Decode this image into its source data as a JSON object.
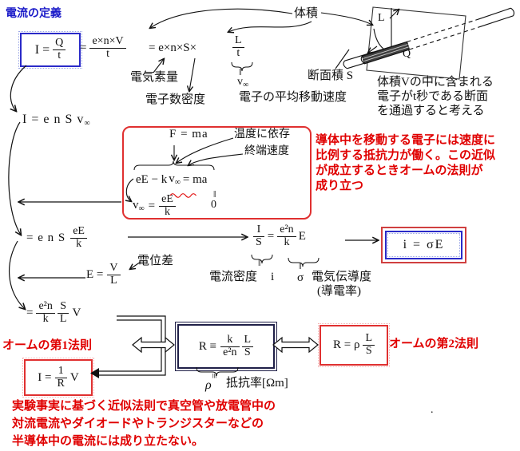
{
  "colors": {
    "blue": "#1a1ac8",
    "red": "#e00000",
    "black": "#111111"
  },
  "title": "電流の定義",
  "line1": {
    "box_lhs": "I =",
    "box_num": "Q",
    "box_den": "t",
    "eq2": "=",
    "f2_num": "e×n×V",
    "f2_den": "t",
    "eq3": "= e×n×S×",
    "f3_num": "L",
    "f3_den": "t",
    "dbl": "‖",
    "v": "v",
    "v_sub": "∞",
    "label_e": "電気素量",
    "label_n": "電子数密度",
    "label_v": "電子の平均移動速度"
  },
  "figure": {
    "volume": "体積",
    "cross_section": "断面積 S",
    "L": "L",
    "Q": "Q",
    "caption_1": "体積Vの中に含まれる",
    "caption_2": "電子がt秒である断面",
    "caption_3": "を通過すると考える"
  },
  "ensv": {
    "pre": "I = e n S v",
    "sub": "∞"
  },
  "terminal_box": {
    "fma": "F = ma",
    "label_temp": "温度に依存",
    "label_term": "終端速度",
    "eq_pre": "eE − k",
    "v": "v",
    "v_sub": "∞",
    "eq_post": "= ma",
    "dbl": "‖",
    "zero": "0",
    "v2": "v",
    "v2_sub": "∞",
    "v2_eq": "=",
    "v2_num": "eE",
    "v2_den": "k"
  },
  "note": {
    "line_1": "導体中を移動する電子には速度に",
    "line_2": "比例する抵抗力が働く。この近似",
    "line_3": "が成立するときオームの法則が",
    "line_4": "成り立つ"
  },
  "ens_ee": {
    "pre": "= e n S",
    "num": "eE",
    "den": "k"
  },
  "density_eq": {
    "f1_num": "I",
    "f1_den": "S",
    "eq": "=",
    "f2_num": "e²n",
    "f2_den": "k",
    "E": "E",
    "dbl1": "‖",
    "i": "i",
    "label_i": "電流密度",
    "dbl2": "‖",
    "sigma": "σ",
    "label_sigma_1": "電気伝導度",
    "label_sigma_2": "(導電率)"
  },
  "sigma_box": {
    "text": "i = σE"
  },
  "field_eq": {
    "pre": "E =",
    "num": "V",
    "den": "L",
    "label": "電位差"
  },
  "e2n_eq": {
    "eq": "=",
    "f1_num": "e²n",
    "f1_den": "k",
    "f2_num": "S",
    "f2_den": "L",
    "post": "V"
  },
  "ohm1": {
    "label": "オームの第1法則",
    "pre": "I =",
    "num": "1",
    "den": "R",
    "post": "V"
  },
  "rdef": {
    "pre": "R ≡",
    "f1_num": "k",
    "f1_den": "e²n",
    "f2_num": "L",
    "f2_den": "S",
    "equiv": "≡",
    "rho": "ρ",
    "label": "抵抗率[Ωm]"
  },
  "ohm2": {
    "pre": "R = ρ",
    "num": "L",
    "den": "S",
    "label": "オームの第2法則"
  },
  "footnote": {
    "line_1": "実験事実に基づく近似法則で真空管や放電管中の",
    "line_2": "対流電流やダイオードやトランジスターなどの",
    "line_3": "半導体中の電流には成り立たない。",
    "dot": "."
  }
}
